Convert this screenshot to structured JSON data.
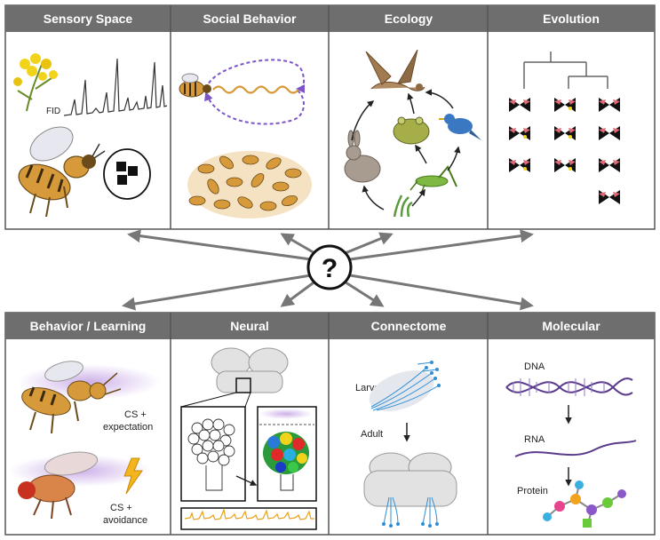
{
  "top_panels": [
    {
      "title": "Sensory Space"
    },
    {
      "title": "Social Behavior"
    },
    {
      "title": "Ecology"
    },
    {
      "title": "Evolution"
    }
  ],
  "bottom_panels": [
    {
      "title": "Behavior / Learning"
    },
    {
      "title": "Neural"
    },
    {
      "title": "Connectome"
    },
    {
      "title": "Molecular"
    }
  ],
  "center": {
    "symbol": "?"
  },
  "sensory": {
    "fid_label": "FID"
  },
  "behavior": {
    "cs_expectation_line1": "CS +",
    "cs_expectation_line2": "expectation",
    "cs_avoidance_line1": "CS +",
    "cs_avoidance_line2": "avoidance"
  },
  "connectome": {
    "larvae_label": "Larvae",
    "adult_label": "Adult"
  },
  "molecular": {
    "dna_label": "DNA",
    "rna_label": "RNA",
    "protein_label": "Protein"
  },
  "colors": {
    "header": "#6e6e6e",
    "arrow": "#777777",
    "bee_body": "#d79a3a",
    "wing_bg": "#c8a8e6",
    "social_path": "#7c56c9",
    "neuron_blue": "#2f8fd6",
    "dna_purple": "#5b3b8c"
  }
}
